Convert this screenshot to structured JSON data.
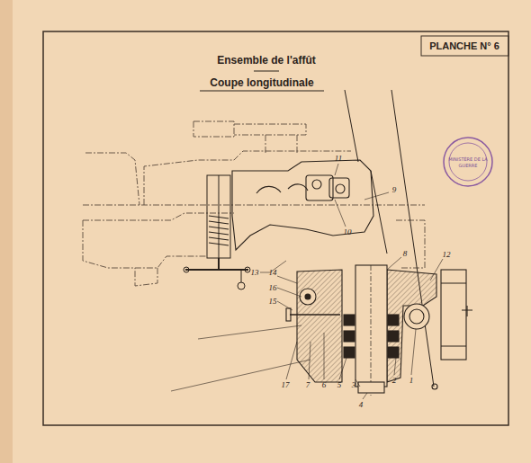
{
  "diagram": {
    "title": "Ensemble de l'affût",
    "labels": [
      "Coupe longitudinale",
      "PLANCHE N° 6",
      "MINISTÈRE DE LA GUERRE",
      "11",
      "9",
      "10",
      "8",
      "12",
      "14",
      "13",
      "16",
      "15",
      "17",
      "7",
      "6",
      "5",
      "3",
      "4",
      "2",
      "1"
    ]
  }
}
